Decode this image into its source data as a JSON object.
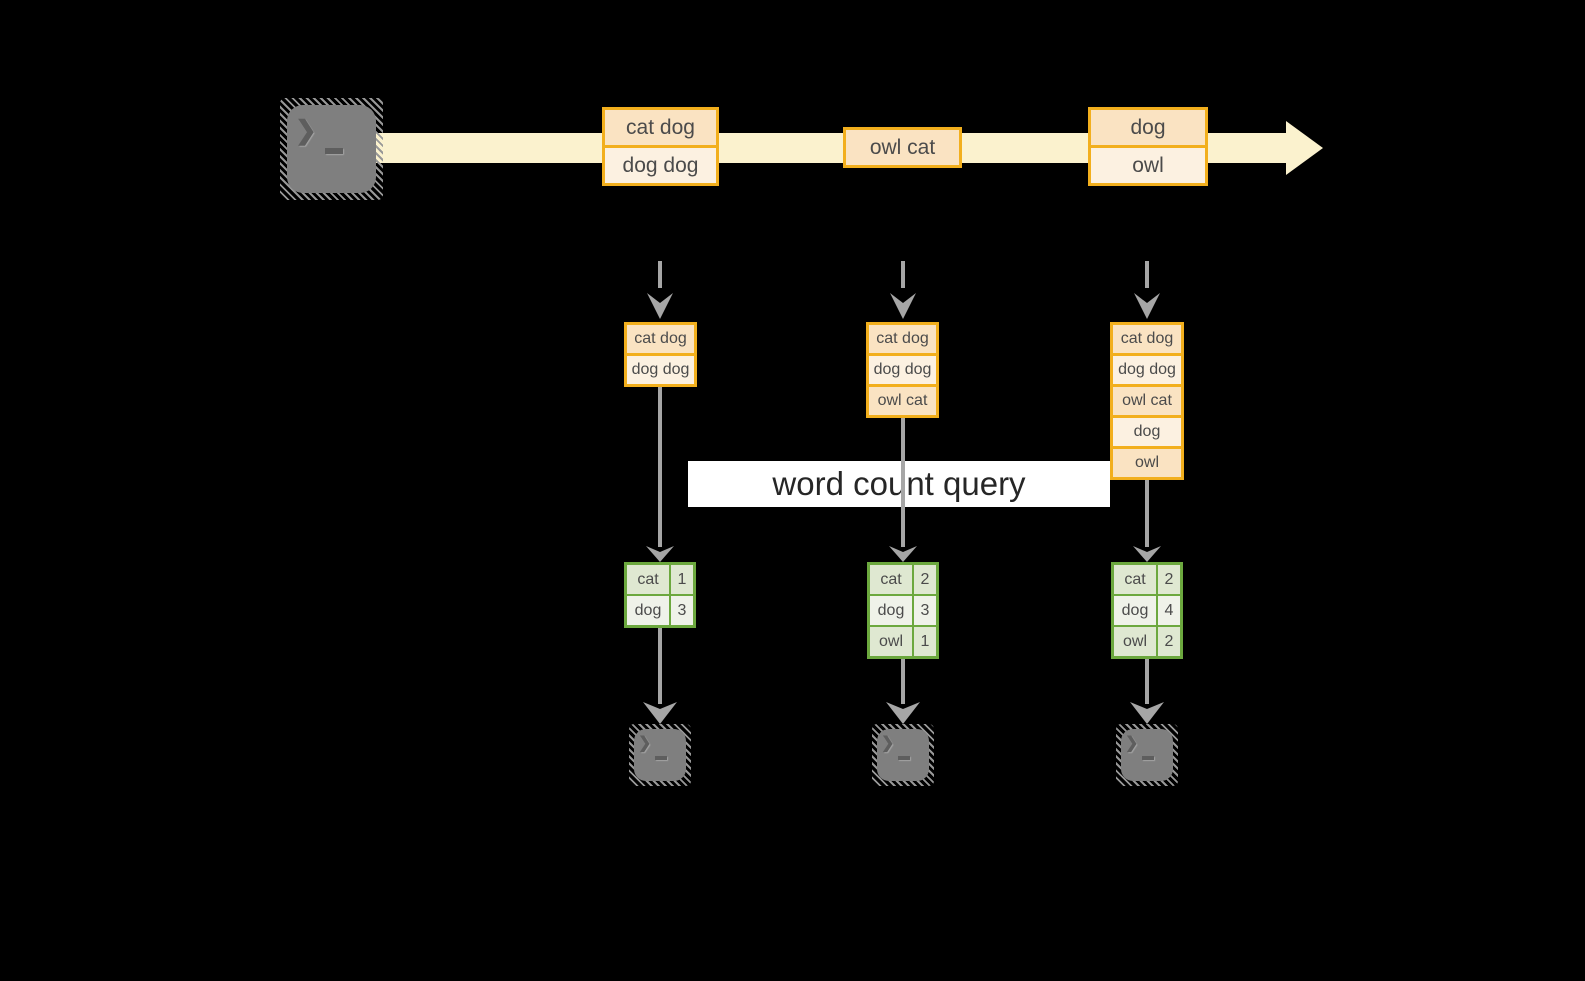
{
  "diagram": {
    "query_label": "word count query",
    "stream": {
      "records": [
        {
          "rows": [
            "cat dog",
            "dog dog"
          ]
        },
        {
          "rows": [
            "owl cat"
          ]
        },
        {
          "rows": [
            "dog",
            "owl"
          ]
        }
      ]
    },
    "columns": [
      {
        "buffer": [
          "cat dog",
          "dog dog"
        ],
        "counts": [
          {
            "word": "cat",
            "count": "1"
          },
          {
            "word": "dog",
            "count": "3"
          }
        ]
      },
      {
        "buffer": [
          "cat dog",
          "dog dog",
          "owl cat"
        ],
        "counts": [
          {
            "word": "cat",
            "count": "2"
          },
          {
            "word": "dog",
            "count": "3"
          },
          {
            "word": "owl",
            "count": "1"
          }
        ]
      },
      {
        "buffer": [
          "cat dog",
          "dog dog",
          "owl cat",
          "dog",
          "owl"
        ],
        "counts": [
          {
            "word": "cat",
            "count": "2"
          },
          {
            "word": "dog",
            "count": "4"
          },
          {
            "word": "owl",
            "count": "2"
          }
        ]
      }
    ],
    "icons": {
      "terminal": "terminal-icon",
      "prompt_glyph": "❯"
    },
    "colors": {
      "background": "#000000",
      "stream_band": "#FBF2CE",
      "record_border": "#F2AF1D",
      "record_fill_dark": "#FAE3C2",
      "record_fill_light": "#FCF1E1",
      "table_border": "#6CA83E",
      "table_fill_dark": "#DFE8D1",
      "table_fill_light": "#EFF2E9",
      "arrow_gray": "#A6A6A6",
      "terminal_gray": "#7F7F7F",
      "label_background": "#FFFFFF"
    }
  }
}
